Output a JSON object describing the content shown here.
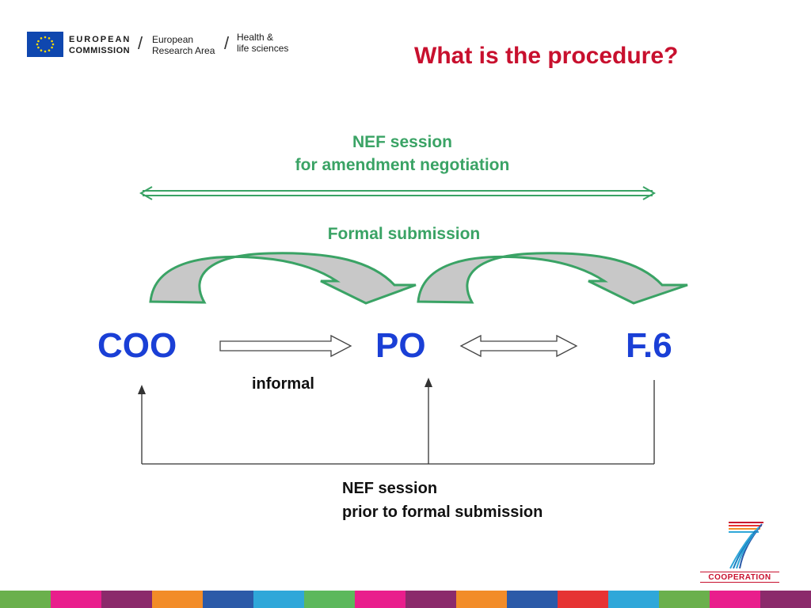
{
  "header": {
    "org_line1": "EUROPEAN",
    "org_line2": "COMMISSION",
    "dept_line1": "European",
    "dept_line2": "Research Area",
    "sector_line1": "Health &",
    "sector_line2": "life sciences",
    "slash": "/"
  },
  "title": "What is the procedure?",
  "diagram": {
    "top_label_line1": "NEF session",
    "top_label_line2": "for amendment negotiation",
    "formal_label": "Formal submission",
    "nodes": {
      "coo": "COO",
      "po": "PO",
      "f6": "F.6"
    },
    "informal_label": "informal",
    "bottom_label_line1": "NEF session",
    "bottom_label_line2": "prior to formal submission"
  },
  "logo": {
    "text": "COOPERATION"
  },
  "colors": {
    "title": "#c8102e",
    "green": "#3aa365",
    "node_blue": "#1a3fd6",
    "arc_fill": "#c8c8c8"
  },
  "footer_colors": [
    "#6ab04c",
    "#e91e8c",
    "#8b2a6b",
    "#f28c28",
    "#2b5aa8",
    "#2fa7d9",
    "#5cb85c",
    "#e91e8c",
    "#8b2a6b",
    "#f28c28",
    "#2b5aa8",
    "#e63333",
    "#2fa7d9",
    "#6ab04c",
    "#e91e8c",
    "#8b2a6b"
  ]
}
